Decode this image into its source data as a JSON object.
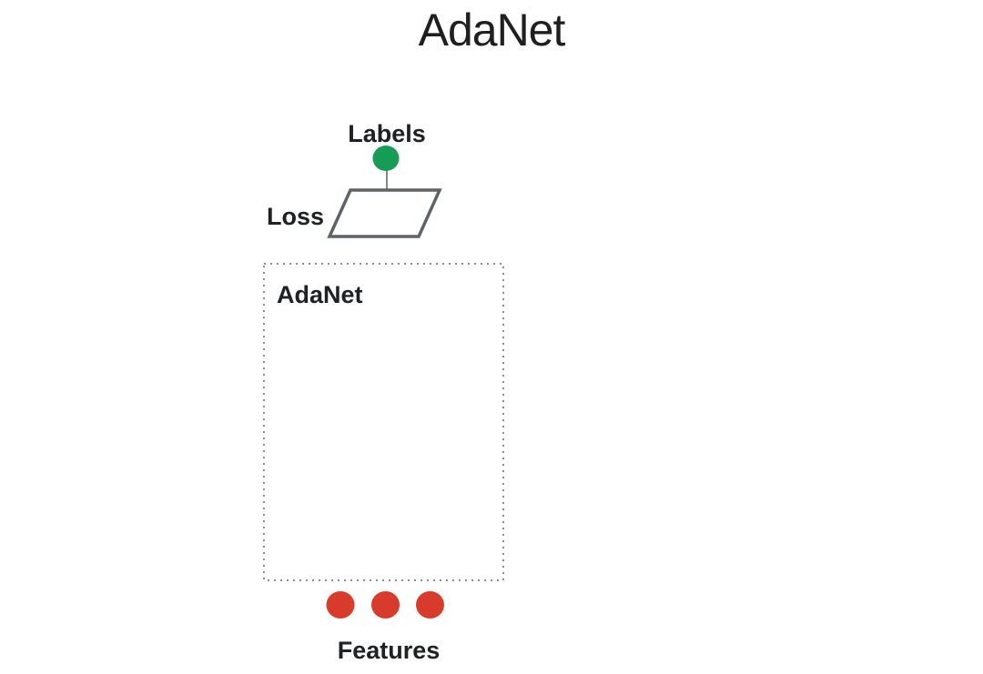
{
  "page": {
    "title": "AdaNet"
  },
  "diagram": {
    "labels_label": "Labels",
    "loss_label": "Loss",
    "box_label": "AdaNet",
    "features_label": "Features",
    "feature_node_count": 3
  },
  "colors": {
    "labels_node_green": "#169c55",
    "feature_node_red": "#d83b2b",
    "shape_stroke_gray": "#5f6368",
    "connector_gray": "#80868b",
    "box_border_gray": "#8a9096",
    "text": "#202124"
  }
}
